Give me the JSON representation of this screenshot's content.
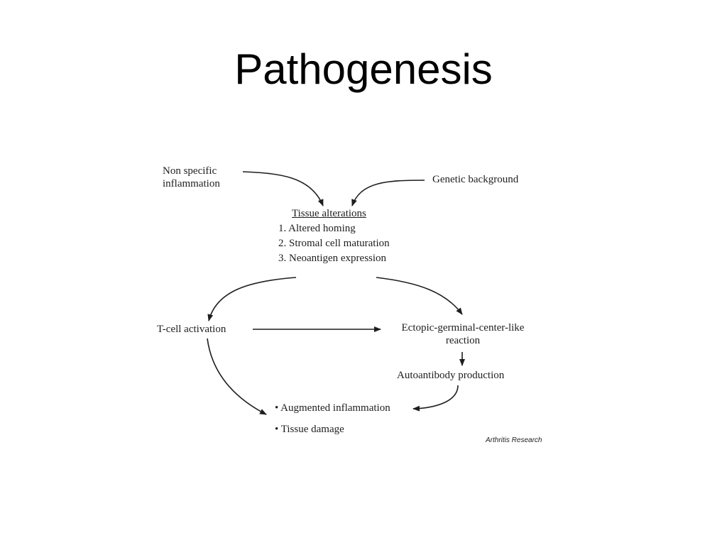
{
  "slide": {
    "title": "Pathogenesis"
  },
  "diagram": {
    "nodes": {
      "non_specific_inflammation": [
        "Non specific",
        "inflammation"
      ],
      "genetic_background": "Genetic background",
      "tissue_alterations": {
        "heading": "Tissue alterations",
        "items": [
          "1. Altered homing",
          "2. Stromal cell maturation",
          "3. Neoantigen expression"
        ]
      },
      "t_cell_activation": "T-cell activation",
      "ectopic_reaction": [
        "Ectopic-germinal-center-like",
        "reaction"
      ],
      "autoantibody_production": "Autoantibody production",
      "outcomes": [
        "• Augmented inflammation",
        "• Tissue damage"
      ]
    },
    "edges": [
      {
        "from": "non_specific_inflammation",
        "to": "tissue_alterations"
      },
      {
        "from": "genetic_background",
        "to": "tissue_alterations"
      },
      {
        "from": "tissue_alterations",
        "to": "t_cell_activation"
      },
      {
        "from": "tissue_alterations",
        "to": "ectopic_reaction"
      },
      {
        "from": "t_cell_activation",
        "to": "ectopic_reaction"
      },
      {
        "from": "ectopic_reaction",
        "to": "autoantibody_production"
      },
      {
        "from": "t_cell_activation",
        "to": "outcomes"
      },
      {
        "from": "autoantibody_production",
        "to": "outcomes"
      }
    ],
    "credit": "Arthritis Research",
    "line_color": "#1e1e1e"
  }
}
